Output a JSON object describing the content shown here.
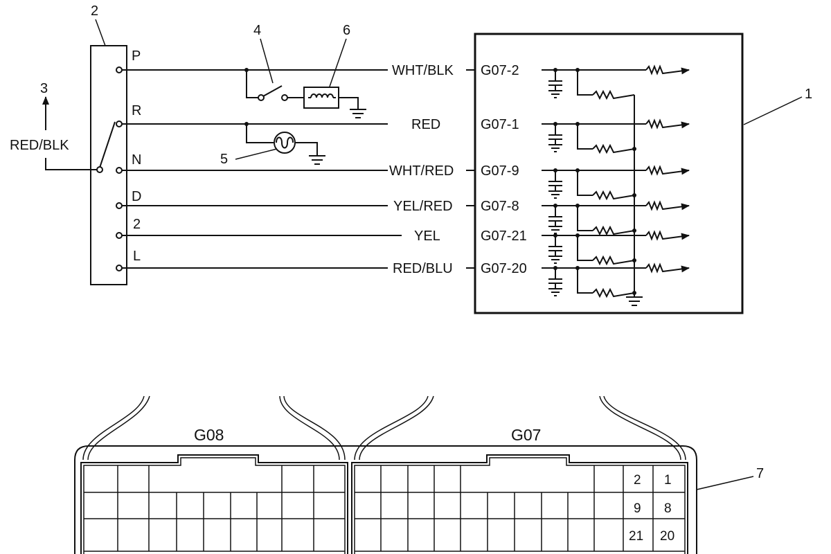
{
  "callouts": {
    "ecm": "1",
    "switch": "2",
    "reverse_out": "3",
    "inhibitor_switch": "4",
    "reverse_lamp": "5",
    "starter_relay": "6",
    "connector": "7"
  },
  "reverse_wire_label": "RED/BLK",
  "positions": [
    "P",
    "R",
    "N",
    "D",
    "2",
    "L"
  ],
  "wires": [
    {
      "color": "WHT/BLK",
      "pin": "G07-2"
    },
    {
      "color": "RED",
      "pin": "G07-1"
    },
    {
      "color": "WHT/RED",
      "pin": "G07-9"
    },
    {
      "color": "YEL/RED",
      "pin": "G07-8"
    },
    {
      "color": "YEL",
      "pin": "G07-21"
    },
    {
      "color": "RED/BLU",
      "pin": "G07-20"
    }
  ],
  "connectors": {
    "left_title": "G08",
    "right_title": "G07",
    "pin_numbers": [
      "2",
      "1",
      "9",
      "8",
      "21",
      "20"
    ]
  }
}
